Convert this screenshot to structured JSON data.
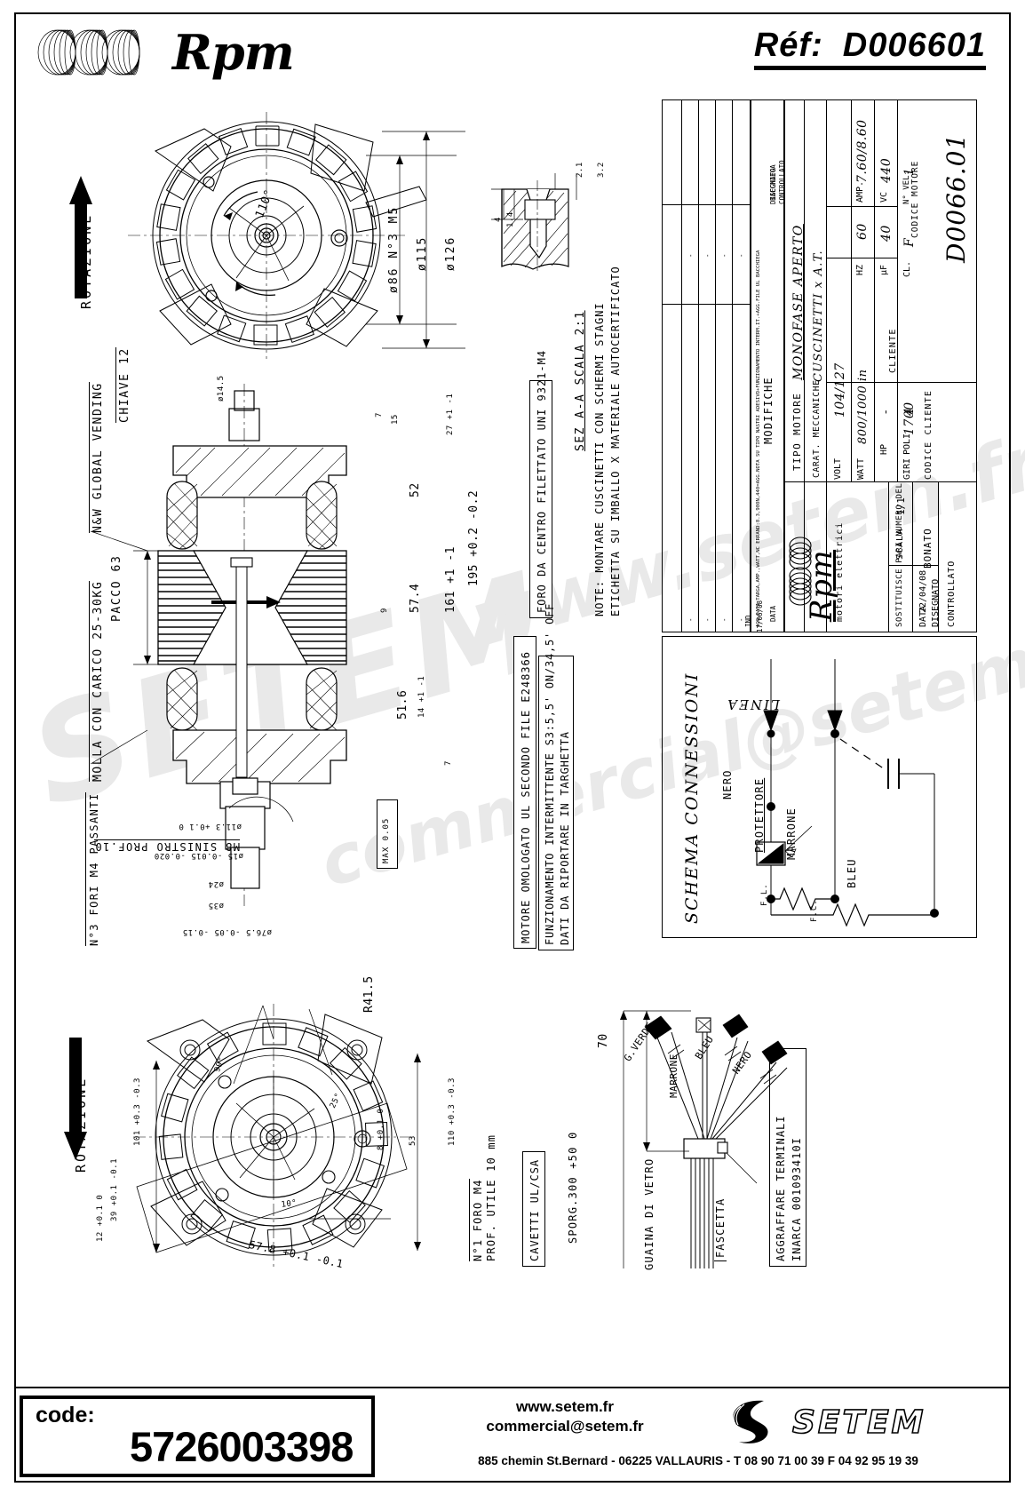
{
  "header": {
    "brand": "Rpm",
    "ref_label": "Réf:",
    "ref_value": "D006601"
  },
  "footer": {
    "code_label": "code:",
    "code_value": "5726003398",
    "website": "www.setem.fr",
    "email": "commercial@setem.fr",
    "address": "885 chemin St.Bernard  -  06225 VALLAURIS  -  T 08 90 71 00 39   F 04 92 95 19 39",
    "company": "SETEM"
  },
  "title_block": {
    "modifiche_header": "MODIFICHE",
    "modifiche_note": "AGG.DATI TARGA,AMP.,WATT,NC ERRAND:8.3,980N,440=AGG.NOTA SU TIPO NASTRI ADESIVO+FUNZIONAMENTO INTERM.IT.+AGG.FILE UL  BACCHIEGA",
    "rev_date": "17/06/08",
    "col_data": "DATA",
    "col_ind": "IND",
    "col_disegnato": "DISEGNATO",
    "col_controllato": "CONTROLLATO",
    "rev_author": "BACCHIEGA",
    "dash": "-",
    "tipo_motore_label": "TIPO MOTORE",
    "tipo_motore_value": "MONOFASE APERTO",
    "carat_label": "CARAT. MECCANICHE",
    "carat_value": "CUSCINETTI  x A.T.",
    "volt_label": "VOLT",
    "volt_value": "104/127",
    "hz_label": "HZ",
    "hz_value": "60",
    "amp_label": "AMP.",
    "amp_value": "7.60/8.60",
    "watt_label": "WATT",
    "watt_value": "800/1000 in",
    "hp_label": "HP",
    "hp_value": "-",
    "uf_label": "µF",
    "uf_value": "40",
    "vc_label": "VC",
    "vc_value": "440",
    "giri_label": "GIRI",
    "giri_value": "1700",
    "poli_label": "POLI",
    "poli_value": "4",
    "cl_label": "CL.",
    "cl_value": "F",
    "nvel_label": "N° VEL.",
    "nvel_value": "1",
    "cliente_label": "CLIENTE",
    "codice_cliente_label": "CODICE CLIENTE",
    "codice_motore_label": "CODICE MOTORE",
    "codice_motore_value": "D0066.01",
    "brand": "Rpm",
    "brand_sub": "motori elettrici",
    "sostituisce_label": "SOSTITUISCE PARI NUMERO DEL",
    "sostituisce_value": "-",
    "scala_label": "SCALA",
    "scala_value": "1/1",
    "data_label": "DATA",
    "data_value": "22/04/08",
    "disegnato_label": "DISEGNATO",
    "disegnato_value": "BONATO",
    "controllato_label": "CONTROLLATO"
  },
  "views": {
    "top_view": {
      "rotazione": "ROTAZIONE",
      "dims": [
        "ø86  N°3 M5",
        "ø115",
        "ø126",
        "110°"
      ]
    },
    "section_detail": {
      "dims": [
        "2.1",
        "3.2",
        "4",
        "1.4"
      ]
    },
    "mid_view": {
      "labels": [
        "N&W GLOBAL VENDING",
        "CHIAVE 12",
        "PACCO 63",
        "MOLLA CON CARICO 25-30KG",
        "M8 SINISTRO PROF.10",
        "N°3 FORI M4 PASSANTI"
      ],
      "dims": [
        "7",
        "15",
        "27 +1 -1",
        "52",
        "57.4",
        "9",
        "51.6",
        "14 +1 -1",
        "161 +1 -1",
        "195 +0.2 -0.2",
        "ø11.3 +0.1 0",
        "ø15 -0.015 -0.020",
        "ø24",
        "ø35",
        "ø76.5 -0.05 -0.15",
        "ø14.5",
        "7",
        "MAX 0.05"
      ]
    },
    "bottom_view": {
      "rotazione": "ROTAZIONE",
      "dims": [
        "R41.5",
        "101 +0.3 -0.3",
        "110 +0.3 -0.3",
        "39 +0.1 -0.1",
        "12 +0.1 0",
        "53",
        "8 +0.1 0",
        "99°",
        "25°",
        "10°",
        "57.8 +0.1 -0.1"
      ],
      "labels": [
        "N°1 FORO M4",
        "PROF. UTILE 10 mm"
      ]
    },
    "harness": {
      "sporg": "SPORG.300 +50 0",
      "dim70": "70",
      "wires": [
        "G.VERDE",
        "MARRONE",
        "BLEU",
        "NERO"
      ],
      "guaina": "GUAINA DI VETRO",
      "fascetta": "FASCETTA"
    }
  },
  "notes": [
    {
      "id": "note-foro",
      "text": "FORO DA CENTRO FILETTATO UNI 9321-M4"
    },
    {
      "id": "note-sez",
      "text": "SEZ A-A  SCALA 2:1"
    },
    {
      "id": "note-cuscinetti",
      "text": "NOTE: MONTARE CUSCINETTI CON SCHERMI STAGNI"
    },
    {
      "id": "note-etichetta",
      "text": "ETICHETTA SU IMBALLO X MATERIALE AUTOCERTIFICATO"
    },
    {
      "id": "note-omologato",
      "text": "MOTORE OMOLOGATO UL SECONDO FILE E248366"
    },
    {
      "id": "note-intermittente",
      "text": "FUNZIONAMENTO INTERMITTENTE S3:5,5' ON/34,5' OFF"
    },
    {
      "id": "note-targhetta",
      "text": "DATI DA RIPORTARE IN TARGHETTA"
    },
    {
      "id": "note-cavetti",
      "text": "CAVETTI UL/CSA"
    },
    {
      "id": "note-terminali",
      "text": "AGGRAFFARE TERMINALI"
    },
    {
      "id": "note-inarca",
      "text": "INARCA 001093410I"
    }
  ],
  "wiring": {
    "title": "SCHEMA CONNESSIONI",
    "linea": "LINEA",
    "nero": "NERO",
    "marrone": "MARRONE",
    "bleu": "BLEU",
    "protettore": "PROTETTORE",
    "fl": "F.L.",
    "fc": "F.C."
  },
  "watermark": {
    "line1": "SETEM",
    "line2": "www.setem.fr",
    "line3": "commercial@setem.fr"
  },
  "colors": {
    "ink": "#000000",
    "paper": "#ffffff",
    "watermark": "#e9e9e9"
  }
}
